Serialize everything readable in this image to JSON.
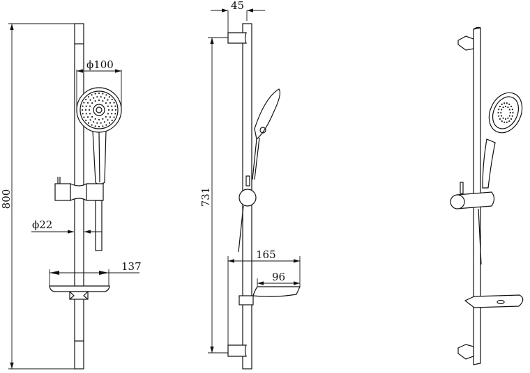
{
  "dimensions": {
    "total_height": "800",
    "head_diameter": "ϕ100",
    "rail_diameter": "ϕ22",
    "dish_width_front": "137",
    "wall_offset": "45",
    "bracket_spacing": "731",
    "dish_depth_total": "165",
    "dish_depth": "96"
  },
  "colors": {
    "line": "#111111",
    "background": "#ffffff"
  }
}
